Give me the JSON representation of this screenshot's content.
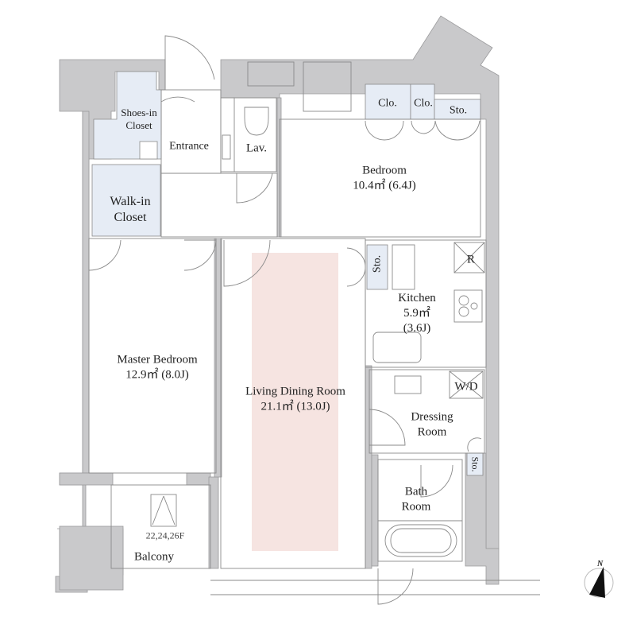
{
  "floor_plan": {
    "colors": {
      "wall": "#c9c9cb",
      "wall_line": "#9a9a9c",
      "closet_fill": "#e6ecf5",
      "ldk_highlight": "#f6e4e1",
      "line": "#8a8a8a",
      "text": "#222222"
    },
    "rooms": {
      "shoes_closet": {
        "line1": "Shoes-in",
        "line2": "Closet"
      },
      "entrance": {
        "label": "Entrance"
      },
      "lav": {
        "label": "Lav."
      },
      "walk_in_closet": {
        "line1": "Walk-in",
        "line2": "Closet"
      },
      "bedroom": {
        "name": "Bedroom",
        "area": "10.4㎡ (6.4J)"
      },
      "closet_1": {
        "label": "Clo."
      },
      "closet_2": {
        "label": "Clo."
      },
      "storage_bedroom": {
        "label": "Sto."
      },
      "storage_kitchen": {
        "label": "Sto."
      },
      "refrigerator": {
        "label": "R"
      },
      "kitchen": {
        "name": "Kitchen",
        "area": "5.9㎡",
        "tatami": "(3.6J)"
      },
      "washer_dryer": {
        "label": "W/D"
      },
      "dressing_room": {
        "line1": "Dressing",
        "line2": "Room"
      },
      "storage_dressing": {
        "label": "Sto."
      },
      "bath_room": {
        "line1": "Bath",
        "line2": "Room"
      },
      "master_bedroom": {
        "name": "Master Bedroom",
        "area": "12.9㎡ (8.0J)"
      },
      "living_dining": {
        "name": "Living Dining Room",
        "area": "21.1㎡ (13.0J)"
      },
      "balcony": {
        "label": "Balcony",
        "floors_note": "22,24,26F"
      }
    },
    "compass": {
      "north_label": "N"
    }
  }
}
